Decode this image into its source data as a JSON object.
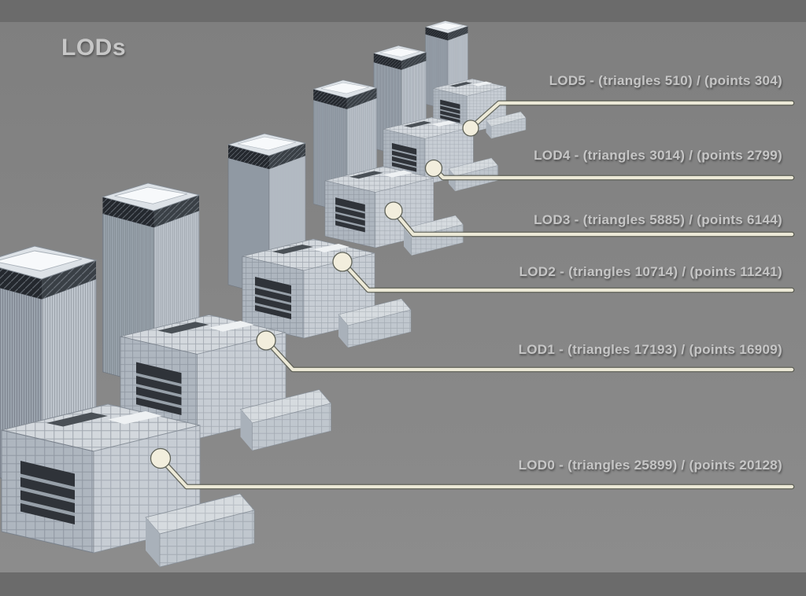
{
  "title": "LODs",
  "colors": {
    "frame_band": "#6b6b6b",
    "canvas": "#858585",
    "label_text": "#c6c6c6",
    "callout_line": "#ece9d7",
    "callout_line_shadow": "#5a5c52",
    "marker_fill": "#f2eedd"
  },
  "lods": [
    {
      "name": "LOD0",
      "triangles": 25899,
      "points": 20128,
      "label": "LOD0 - (triangles 25899) / (points 20128)"
    },
    {
      "name": "LOD1",
      "triangles": 17193,
      "points": 16909,
      "label": "LOD1 - (triangles 17193) / (points 16909)"
    },
    {
      "name": "LOD2",
      "triangles": 10714,
      "points": 11241,
      "label": "LOD2 - (triangles 10714) / (points 11241)"
    },
    {
      "name": "LOD3",
      "triangles": 5885,
      "points": 6144,
      "label": "LOD3 - (triangles 5885) / (points 6144)"
    },
    {
      "name": "LOD4",
      "triangles": 3014,
      "points": 2799,
      "label": "LOD4 - (triangles 3014) / (points 2799)"
    },
    {
      "name": "LOD5",
      "triangles": 510,
      "points": 304,
      "label": "LOD5 - (triangles 510) / (points 304)"
    }
  ]
}
